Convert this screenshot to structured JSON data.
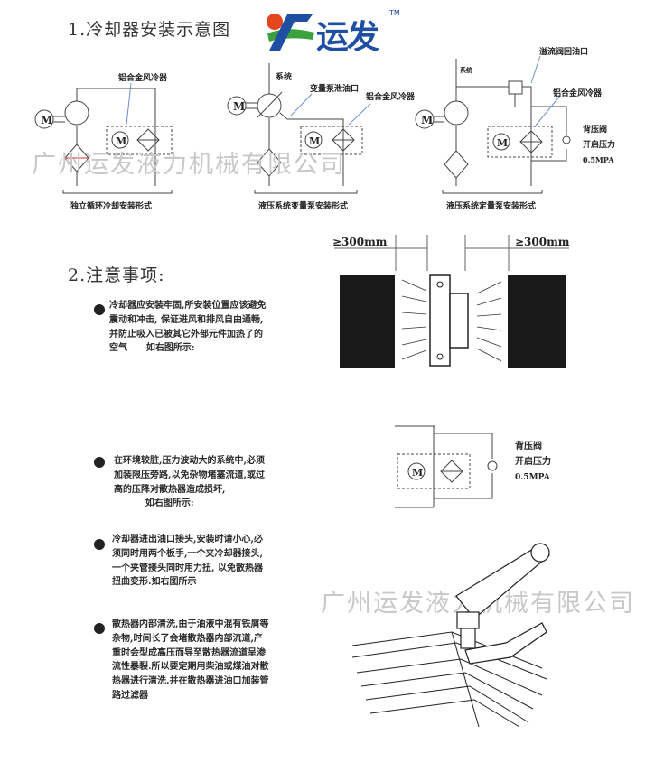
{
  "section1_title": "1.冷却器安装示意图",
  "logo": {
    "text": "运发",
    "tm": "TM",
    "colors": {
      "blue": "#1e4fa3",
      "green": "#3aa23c",
      "red": "#e5461d"
    }
  },
  "diagram1": {
    "cooler_label": "铝合金风冷器",
    "motor": "M",
    "caption": "独立循环冷却安装形式"
  },
  "diagram2": {
    "system_label": "系统",
    "drain_label": "变量泵泄油口",
    "cooler_label": "铝合金风冷器",
    "motor": "M",
    "caption": "液压系统变量泵安装形式"
  },
  "diagram3": {
    "system_label": "系统",
    "relief_label": "溢流阀回油口",
    "cooler_label": "铝合金风冷器",
    "motor": "M",
    "back_valve": "背压阀",
    "open_pressure": "开启压力",
    "pressure_value": "0.5MPA",
    "caption": "液压系统定量泵安装形式"
  },
  "watermark": "广州运发液力机械有限公司",
  "section2_title": "2.注意事项:",
  "notes": [
    {
      "lines": [
        "冷却器应安装牢固,所安装位置应该避免",
        "震动和冲击, 保证进风和排风自由通畅,",
        "并防止吸入已被其它外部元件加热了的",
        "空气      如右图所示:"
      ]
    },
    {
      "lines": [
        "在环境较脏,压力波动大的系统中,必须",
        "加装限压旁路,以免杂物堵塞流道,或过",
        "高的压降对散热器造成损坏,",
        "          如右图所示:"
      ]
    },
    {
      "lines": [
        "冷却器进出油口接头,安装时请小心,必",
        "须同时用两个板手,一个夹冷却器接头,",
        "一个夹管接头同时用力扭, 以免散热器",
        "扭曲变形.如右图所示"
      ]
    },
    {
      "lines": [
        "散热器内部清洗,由于油液中混有铁屑等",
        "杂物,时间长了会堵散热器内部流道,产",
        "重时会型成高压而导至散热器流道呈渗",
        "流性暴裂.所以要定期用柴油或煤油对散",
        "热器进行清洗.并在散热器进油口加装管",
        "路过滤器"
      ]
    }
  ],
  "clearance": {
    "left": "≥300mm",
    "right": "≥300mm"
  },
  "bypass": {
    "motor": "M",
    "back_valve": "背压阀",
    "open_pressure": "开启压力",
    "pressure_value": "0.5MPA"
  }
}
